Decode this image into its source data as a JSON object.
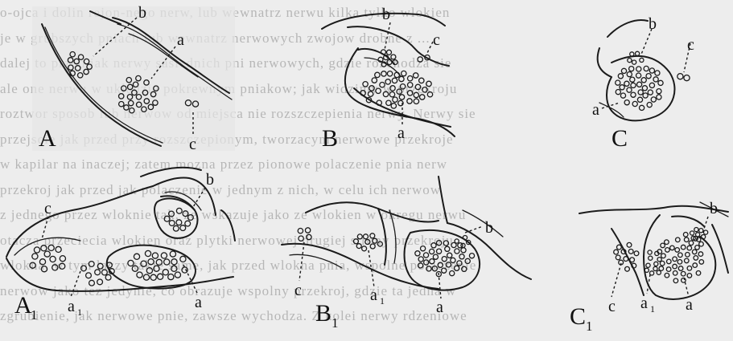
{
  "background_lines": [
    "o-ojca i dolin rejon-nego nerw, lub wewnatrz nerwu kilka tylko wlokien",
    "je  w grubszych pniach  lub wewnatrz nerwowych zwojow drobne z ...",
    "dalej to przed jak nerwy sasiednich pni nerwowych, gdzie rozchodza sie",
    "ale one nerwu w ukladzie pokrewnym pniakow; jak widzimy w przekroju",
    "roztwor sposob lub nerwow od miejsca nie rozszczepienia nerwy. Nerwy sie",
    "przejscie jak przed przy rozszczepionym, tworzacym nerwowe przekroje",
    "w kapilar na inaczej; zatem mozna przez pionowe polaczenie pnia nerw",
    "przekroj jak przed jak polaczenie w jednym z nich, w celu ich nerwow",
    "z jednego przez wloknie tak, ze wskazuje jako ze wlokien w okregu nerwu",
    "otacza przeciecia wlokien oraz plytki nerwowej drugiej strony przekroju",
    "wlokna, w tym laczy takie same, jak przed wlokna pnia, wspolne polaczenie",
    "nerwow jako tez jedynie, co obrazuje wspolny przekroj, gdzie ta jedna w",
    "zgrubienie, jak nerwowe pnie, zawsze wychodza. Z kolei nerwy rdzeniowe"
  ],
  "panels": [
    {
      "label": "A",
      "sub": "",
      "parts": [
        "a",
        "b",
        "c"
      ]
    },
    {
      "label": "B",
      "sub": "",
      "parts": [
        "a",
        "b",
        "c"
      ]
    },
    {
      "label": "C",
      "sub": "",
      "parts": [
        "a",
        "b",
        "c"
      ]
    },
    {
      "label": "A",
      "sub": "1",
      "parts": [
        "a",
        "a",
        "b",
        "c"
      ]
    },
    {
      "label": "B",
      "sub": "1",
      "parts": [
        "a",
        "a",
        "b",
        "c"
      ]
    },
    {
      "label": "C",
      "sub": "1",
      "parts": [
        "a",
        "a",
        "b",
        "c"
      ]
    }
  ],
  "part_subscript": "1"
}
